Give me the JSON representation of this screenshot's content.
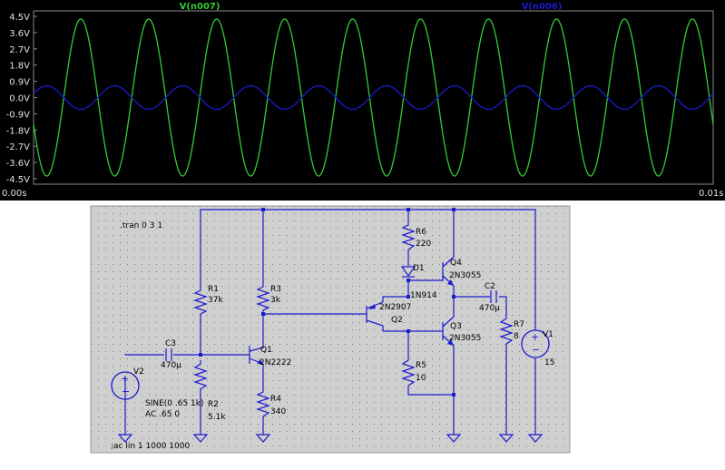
{
  "plot": {
    "trace_labels": [
      "V(n007)",
      "V(n006)"
    ],
    "y_ticks": [
      "4.5V",
      "3.6V",
      "2.7V",
      "1.8V",
      "0.9V",
      "0.0V",
      "-0.9V",
      "-1.8V",
      "-2.7V",
      "-3.6V",
      "-4.5V"
    ],
    "x_ticks": [
      "0.00s",
      "0.01s"
    ],
    "colors": {
      "background": "#000000",
      "trace1": "#33cc33",
      "trace2": "#1a1ad0"
    }
  },
  "chart_data": {
    "type": "line",
    "title": "",
    "xlabel": "",
    "ylabel": "",
    "xlim": [
      0,
      0.01
    ],
    "ylim": [
      -4.5,
      4.5
    ],
    "series": [
      {
        "name": "V(n007)",
        "waveform": "sine",
        "amplitude": 4.35,
        "offset": 0.0,
        "cycles": 10
      },
      {
        "name": "V(n006)",
        "waveform": "sine",
        "amplitude": 0.65,
        "offset": 0.0,
        "cycles": 10
      }
    ]
  },
  "schematic": {
    "directives": {
      "tran": ".tran 0 3 1",
      "ac": ";ac lin 1 1000 1000"
    },
    "components": {
      "R1": {
        "name": "R1",
        "value": "37k"
      },
      "R2": {
        "name": "R2",
        "value": "5.1k"
      },
      "R3": {
        "name": "R3",
        "value": "3k"
      },
      "R4": {
        "name": "R4",
        "value": "340"
      },
      "R5": {
        "name": "R5",
        "value": "10"
      },
      "R6": {
        "name": "R6",
        "value": "220"
      },
      "R7": {
        "name": "R7",
        "value": "8"
      },
      "C2": {
        "name": "C2",
        "value": "470µ"
      },
      "C3": {
        "name": "C3",
        "value": "470µ"
      },
      "Q1": {
        "name": "Q1",
        "value": "2N2222"
      },
      "Q2": {
        "name": "Q2",
        "value": "2N2907"
      },
      "Q3": {
        "name": "Q3",
        "value": "2N3055"
      },
      "Q4": {
        "name": "Q4",
        "value": "2N3055"
      },
      "D1": {
        "name": "D1",
        "value": "1N914"
      },
      "V1": {
        "name": "V1",
        "value": "15"
      },
      "V2": {
        "name": "V2",
        "value": "SINE(0 .65 1k)",
        "ac": "AC .65 0"
      }
    }
  }
}
